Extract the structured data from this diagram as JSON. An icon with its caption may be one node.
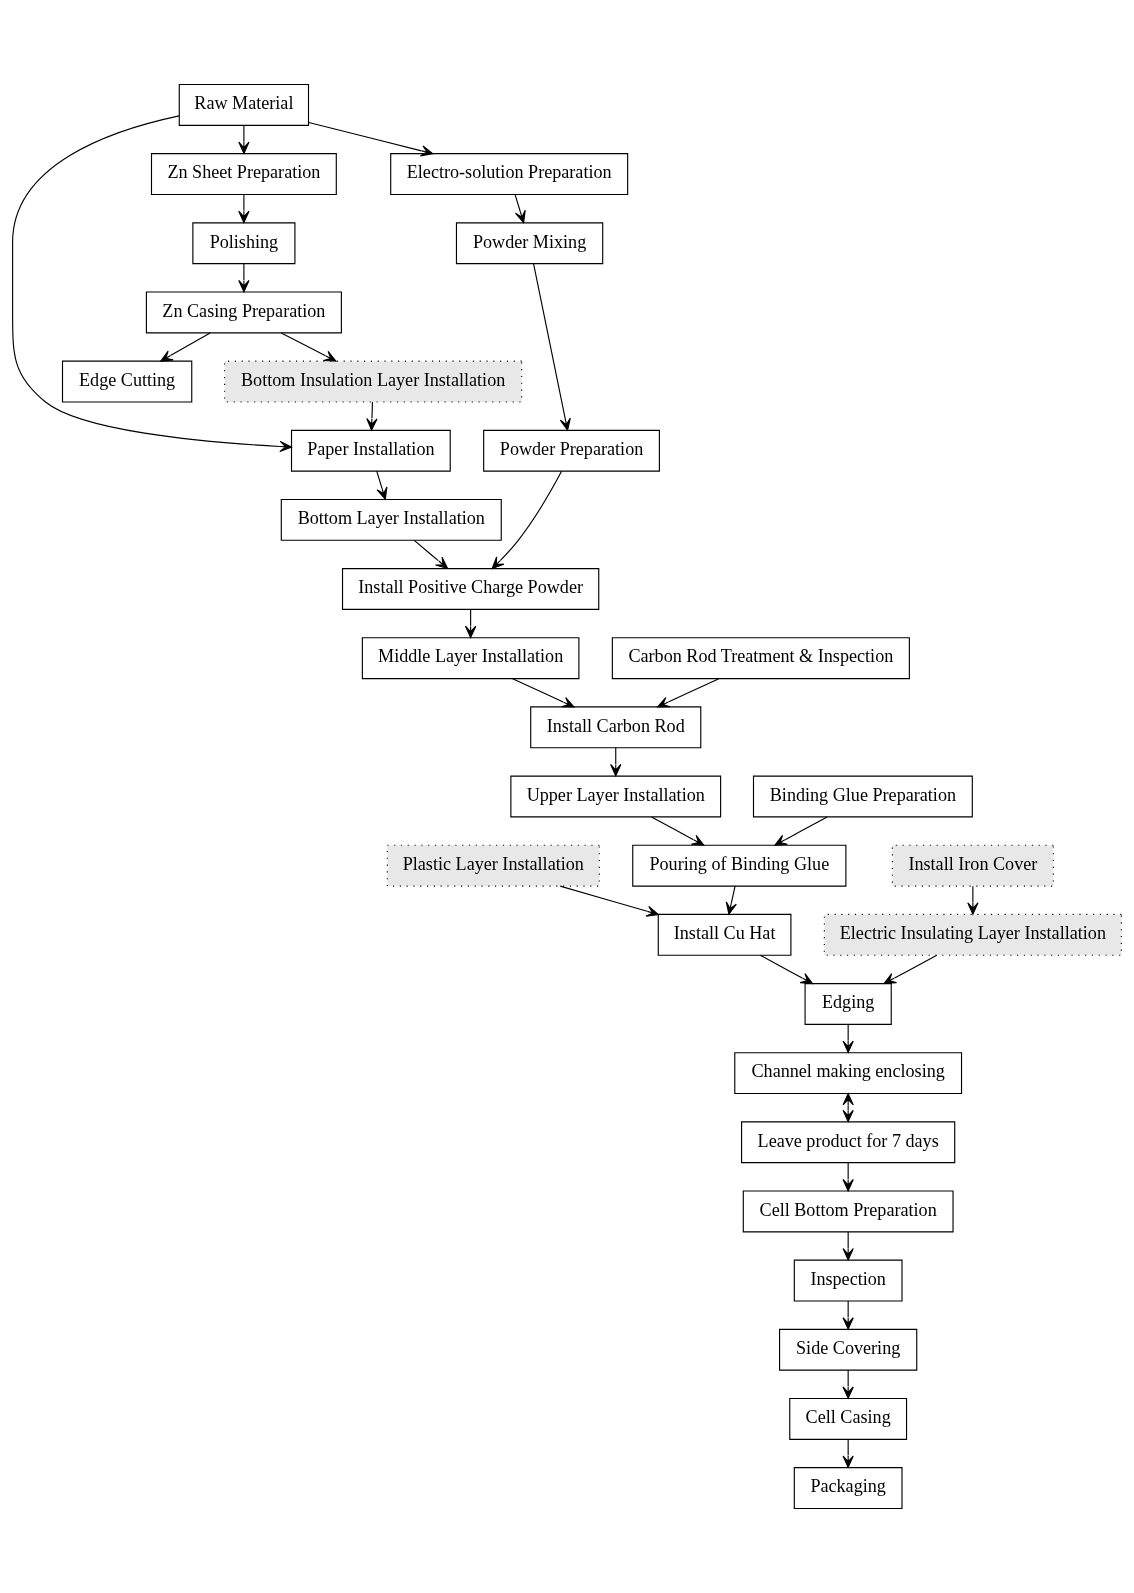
{
  "diagram": {
    "nodes": [
      {
        "text": [
          "Raw Material"
        ]
      },
      {
        "text": [
          "Zn Sheet Preparation"
        ]
      },
      {
        "text": [
          "Electro-solution Preparation"
        ]
      },
      {
        "text": [
          "Polishing"
        ]
      },
      {
        "text": [
          "Bottom Insulation Layer Installation"
        ]
      },
      {
        "text": [
          "Paper Installation"
        ]
      },
      {
        "text": [
          "Powder Mixing"
        ]
      },
      {
        "text": [
          "Zn Casing Preparation"
        ]
      },
      {
        "text": [
          "Bottom Layer Installation"
        ]
      },
      {
        "text": [
          "Powder Preparation"
        ]
      },
      {
        "text": [
          "Edge Cutting"
        ]
      },
      {
        "text": [
          "Install Positive Charge Powder"
        ]
      },
      {
        "text": [
          "Middle Layer Installation"
        ]
      },
      {
        "text": [
          "Packaging"
        ]
      },
      {
        "text": [
          "Install Carbon Rod"
        ]
      },
      {
        "text": [
          "Carbon Rod Treatment & Inspection"
        ]
      },
      {
        "text": [
          "Cell Casing"
        ]
      },
      {
        "text": [
          "Upper Layer Installation"
        ]
      },
      {
        "text": [
          "Side Covering"
        ]
      },
      {
        "text": [
          "Pouring of Binding Glue"
        ]
      },
      {
        "text": [
          "Binding Glue Preparation"
        ]
      },
      {
        "text": [
          "Inspection"
        ]
      },
      {
        "text": [
          "Plastic Layer Installation"
        ]
      },
      {
        "text": [
          "Cell Bottom Preparation"
        ]
      },
      {
        "text": [
          "Install Cu Hat"
        ]
      },
      {
        "text": [
          "Electric Insulating Layer Installation"
        ]
      },
      {
        "text": [
          "Leave product for 7 days"
        ]
      },
      {
        "text": [
          "Edging"
        ]
      },
      {
        "text": [
          "Install Iron Cover"
        ]
      },
      {
        "text": [
          "Channel making enclosing"
        ]
      }
    ],
    "edges": [
      {
        "from": 0,
        "to": 1,
        "arrow": "to"
      },
      {
        "from": 0,
        "to": 2,
        "arrow": "to"
      },
      {
        "from": 0,
        "to": 5,
        "arrow": "to"
      },
      {
        "from": 4,
        "to": 5,
        "arrow": "to"
      },
      {
        "from": 1,
        "to": 3,
        "arrow": "to"
      },
      {
        "from": 3,
        "to": 7,
        "arrow": "to"
      },
      {
        "from": 7,
        "to": 4,
        "arrow": "to"
      },
      {
        "from": 7,
        "to": 10,
        "arrow": "to"
      },
      {
        "from": 2,
        "to": 6,
        "arrow": "to"
      },
      {
        "from": 6,
        "to": 9,
        "arrow": "to"
      },
      {
        "from": 5,
        "to": 8,
        "arrow": "to"
      },
      {
        "from": 8,
        "to": 11,
        "arrow": "to"
      },
      {
        "from": 9,
        "to": 11,
        "arrow": "to"
      },
      {
        "from": 11,
        "to": 12,
        "arrow": "to"
      },
      {
        "from": 12,
        "to": 14,
        "arrow": "to"
      },
      {
        "from": 15,
        "to": 14,
        "arrow": "to"
      },
      {
        "from": 14,
        "to": 17,
        "arrow": "to"
      },
      {
        "from": 17,
        "to": 19,
        "arrow": "to"
      },
      {
        "from": 20,
        "to": 19,
        "arrow": "to"
      },
      {
        "from": 19,
        "to": 24,
        "arrow": "to"
      },
      {
        "from": 22,
        "to": 24,
        "arrow": "to"
      },
      {
        "from": 24,
        "to": 27,
        "arrow": "to"
      },
      {
        "from": 25,
        "to": 27,
        "arrow": "to"
      },
      {
        "from": 28,
        "to": 25,
        "arrow": "to"
      },
      {
        "from": 27,
        "to": 29,
        "arrow": "to"
      },
      {
        "from": 29,
        "to": 26,
        "arrow": "both"
      },
      {
        "from": 26,
        "to": 23,
        "arrow": "to"
      },
      {
        "from": 23,
        "to": 21,
        "arrow": "to"
      },
      {
        "from": 21,
        "to": 18,
        "arrow": "to"
      },
      {
        "from": 18,
        "to": 16,
        "arrow": "to"
      },
      {
        "from": 16,
        "to": 13,
        "arrow": "to"
      }
    ]
  }
}
